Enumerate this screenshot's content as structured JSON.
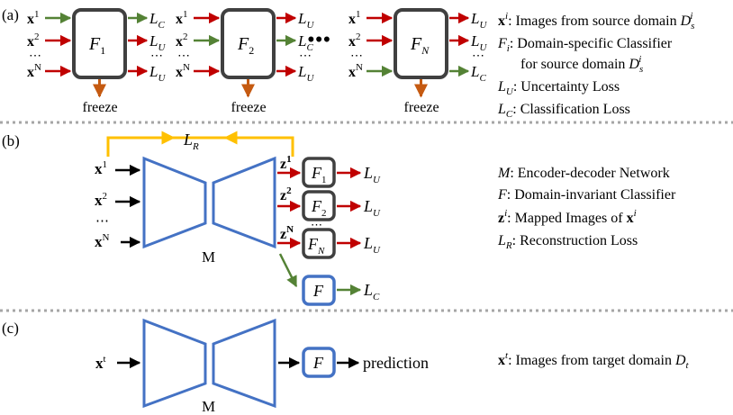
{
  "colors": {
    "green": "#548235",
    "red": "#c00000",
    "orange": "#c55a11",
    "gold": "#ffc000",
    "blue": "#4472c4",
    "dark": "#404040",
    "divider": "#a6a6a6"
  },
  "panel_a": {
    "label": "(a)",
    "freeze": "freeze",
    "dots": "•••",
    "classifiers": [
      {
        "F": "F",
        "sub": "1",
        "losses": [
          "C",
          "U",
          "U"
        ],
        "arrows": [
          "green",
          "red",
          "red"
        ]
      },
      {
        "F": "F",
        "sub": "2",
        "losses": [
          "U",
          "C",
          "U"
        ],
        "arrows": [
          "red",
          "green",
          "red"
        ]
      },
      {
        "F": "F",
        "sub": "N",
        "losses": [
          "U",
          "U",
          "C"
        ],
        "arrows": [
          "red",
          "red",
          "green"
        ]
      }
    ],
    "input_x": "x",
    "input_sups": [
      "1",
      "2",
      "N"
    ],
    "loss_L": "L",
    "ellipsis": "⋯",
    "vdots": "⋮"
  },
  "panel_b": {
    "label": "(b)",
    "LR_L": "L",
    "LR_sub": "R",
    "M": "M",
    "x": "x",
    "x_sups": [
      "1",
      "2",
      "N"
    ],
    "z": "z",
    "z_sups": [
      "1",
      "2",
      "N"
    ],
    "F": "F",
    "F_subs": [
      "1",
      "2",
      "N"
    ],
    "L": "L",
    "LU_sub": "U",
    "LC_sub": "C",
    "ellipsis": "⋯"
  },
  "panel_c": {
    "label": "(c)",
    "x": "x",
    "x_sup": "t",
    "M": "M",
    "F": "F",
    "prediction": "prediction"
  },
  "legend_a": {
    "l1": {
      "sym": "x",
      "sup": "i",
      "text": ": Images from source domain ",
      "D": "D",
      "Dsub": "s",
      "Dsup": "i"
    },
    "l2": {
      "sym": "F",
      "sub": "i",
      "text": ": Domain-specific Classifier"
    },
    "l3": {
      "text": "for source domain ",
      "D": "D",
      "Dsub": "s",
      "Dsup": "i"
    },
    "l4": {
      "sym": "L",
      "sub": "U",
      "text": ": Uncertainty Loss"
    },
    "l5": {
      "sym": "L",
      "sub": "C",
      "text": ": Classification Loss"
    }
  },
  "legend_b": {
    "l1": {
      "sym": "M",
      "text": ": Encoder-decoder Network"
    },
    "l2": {
      "sym": "F",
      "text": ": Domain-invariant Classifier"
    },
    "l3": {
      "sym": "z",
      "sup": "i",
      "text": ": Mapped Images of ",
      "x": "x",
      "xsup": "i"
    },
    "l4": {
      "sym": "L",
      "sub": "R",
      "text": ": Reconstruction Loss"
    }
  },
  "legend_c": {
    "l1": {
      "sym": "x",
      "sup": "t",
      "text": ":  Images from target domain ",
      "D": "D",
      "Dsub": "t"
    }
  }
}
